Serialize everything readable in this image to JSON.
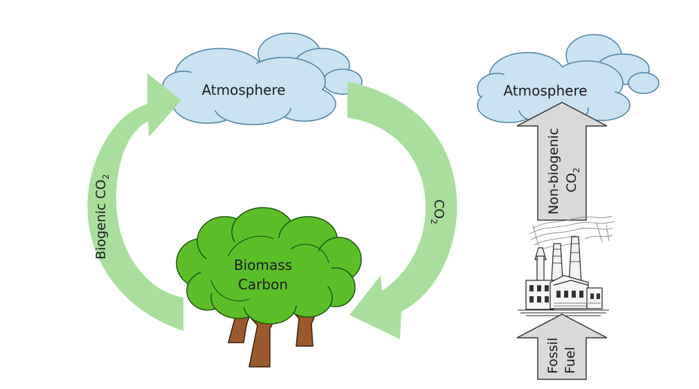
{
  "left_cycle": {
    "atmosphere_label": "Atmosphere",
    "biomass_label_line1": "Biomass",
    "biomass_label_line2": "Carbon",
    "uptake_arrow_label": "Biogenic CO",
    "uptake_arrow_subscript": "2",
    "release_arrow_label": "CO",
    "release_arrow_subscript": "2"
  },
  "right_flow": {
    "atmosphere_label": "Atmosphere",
    "emission_label_line1": "Non-biogenic",
    "emission_label_line2": "CO",
    "emission_label_subscript": "2",
    "fuel_label_line1": "Fossil",
    "fuel_label_line2": "Fuel"
  },
  "colors": {
    "cloud_fill": "#c9e3f2",
    "cloud_stroke": "#4a7fa0",
    "cycle_arrow": "#a8df9c",
    "tree_canopy": "#5cbf2a",
    "tree_canopy_stroke": "#1f4f10",
    "tree_trunk": "#9a5a2c",
    "gray_arrow": "#d9d9d9",
    "gray_arrow_stroke": "#333333"
  }
}
